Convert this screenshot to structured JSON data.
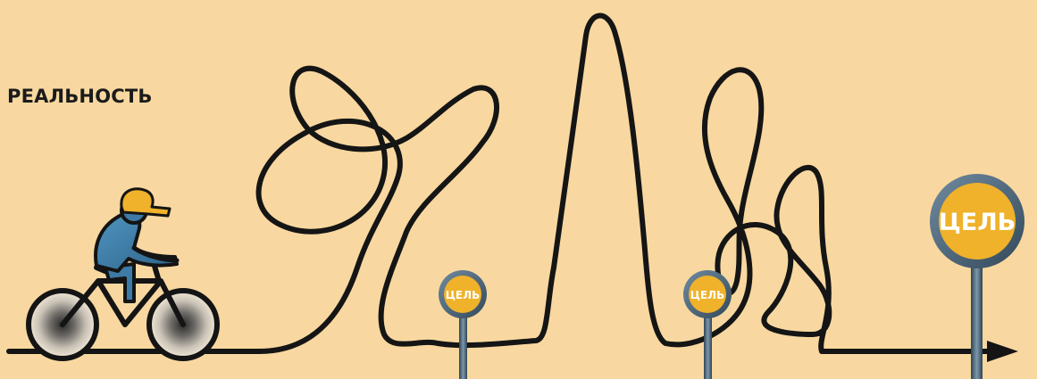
{
  "heading": "РЕАЛЬНОСТЬ",
  "signs": [
    {
      "label": "ЦЕЛЬ"
    },
    {
      "label": "ЦЕЛЬ"
    },
    {
      "label": "ЦЕЛЬ"
    }
  ],
  "colors": {
    "background": "#f8d8a0",
    "road": "#151515",
    "sign_face": "#efb22a",
    "sign_rim": "#4c6478",
    "rider_body": "#3d7ba6",
    "helmet": "#efb22a"
  }
}
